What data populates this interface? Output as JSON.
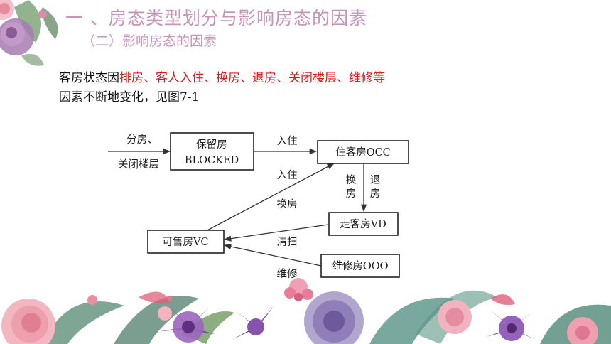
{
  "slide": {
    "title": "一 、房态类型划分与影响房态的因素",
    "subtitle": "（二）影响房态的因素",
    "paragraph": {
      "line1_prefix": "客房状态因",
      "line1_highlight": "排房、客人入住、换房、退房、关闭楼层、维修等",
      "line2": "因素不断地变化，见图7-1"
    },
    "colors": {
      "title": "#c793b8",
      "highlight": "#e01818",
      "text": "#111111"
    }
  },
  "diagram": {
    "nodes": {
      "blocked": {
        "line1": "保留房",
        "line2": "BLOCKED"
      },
      "occ": "住客房OCC",
      "vd": "走客房VD",
      "vc": "可售房VC",
      "ooo": "维修房OOO"
    },
    "edge_labels": {
      "input_top": "分房、",
      "input_bottom": "关闭楼层",
      "blocked_to_occ": "入住",
      "vc_to_occ_upper": "入住",
      "vc_to_occ_lower": "换房",
      "occ_to_vd_left_a": "换",
      "occ_to_vd_left_b": "房",
      "occ_to_vd_right_a": "退",
      "occ_to_vd_right_b": "房",
      "vd_to_vc": "清扫",
      "ooo_to_vc": "维修"
    }
  }
}
